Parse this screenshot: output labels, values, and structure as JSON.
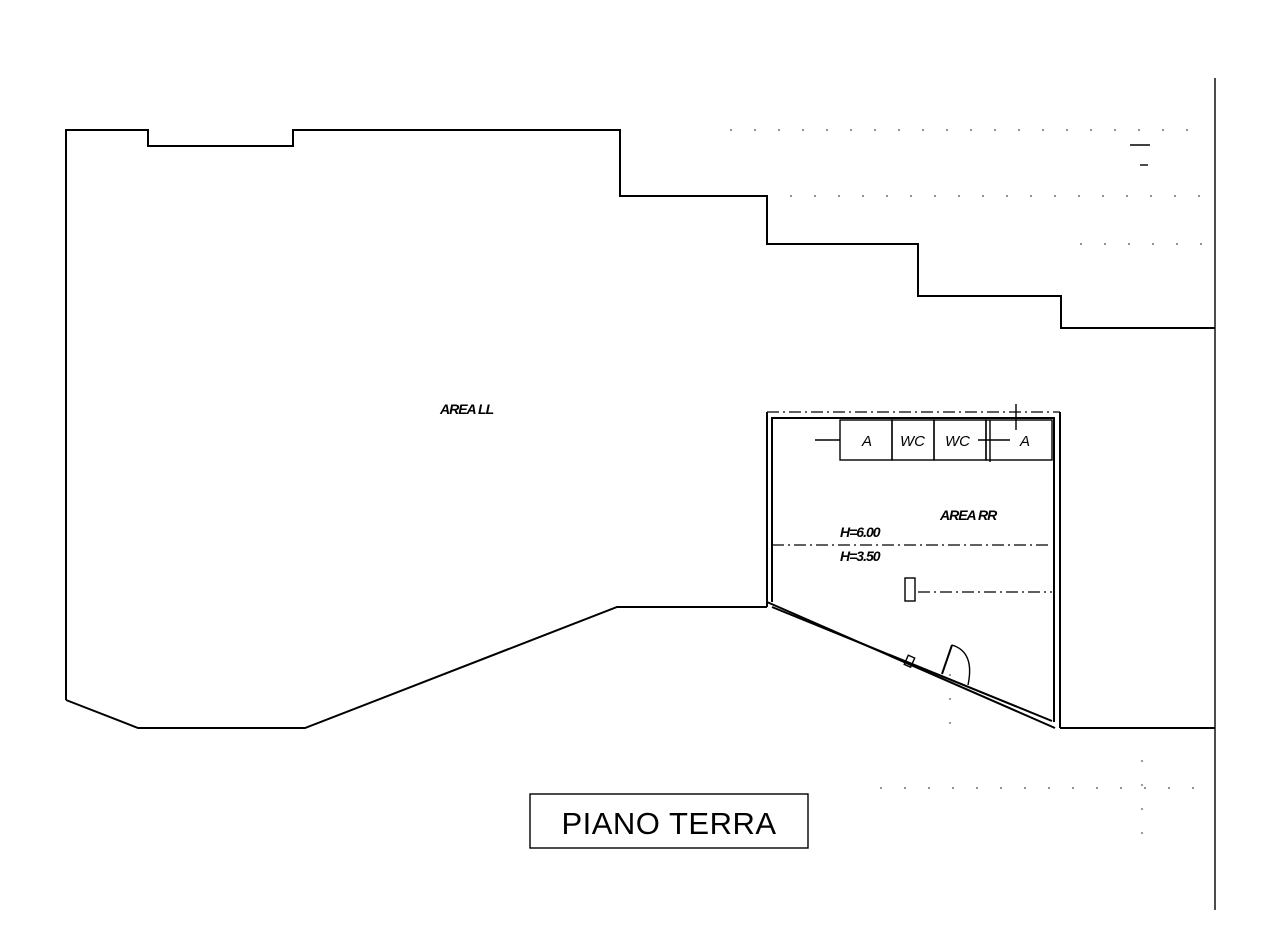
{
  "drawing": {
    "title": "PIANO TERRA",
    "areas": {
      "area_left": "AREA LL",
      "area_right": "AREA RR"
    },
    "heights": {
      "upper": "H=6.00",
      "lower": "H=3.50"
    },
    "cells": {
      "cell_a": "A",
      "cell_wc1": "WC",
      "cell_wc2": "WC",
      "cell_b": "A"
    }
  }
}
